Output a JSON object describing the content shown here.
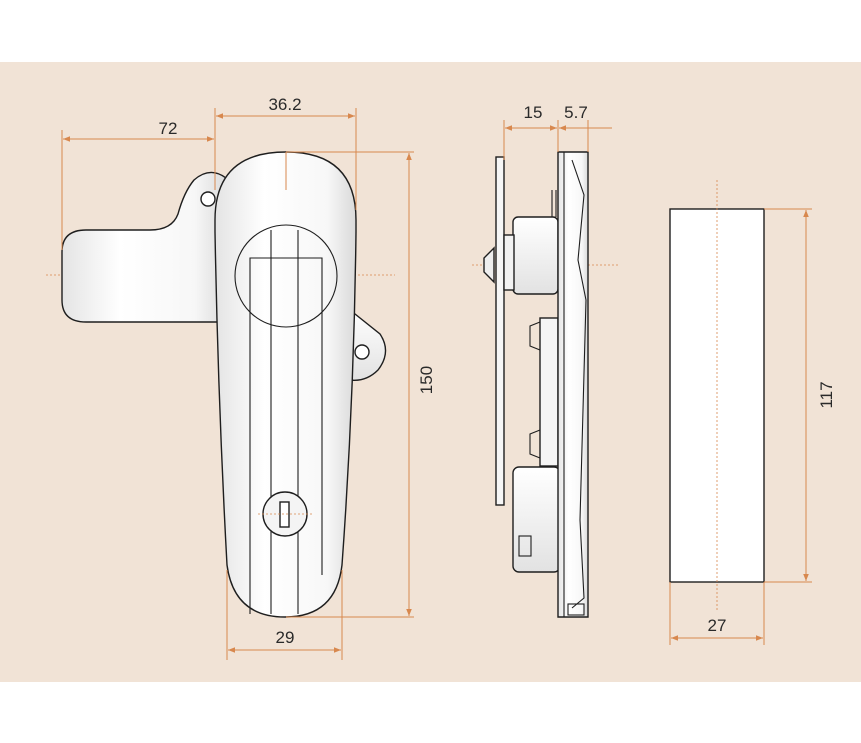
{
  "colors": {
    "background_panel": "#f1e3d6",
    "page": "#ffffff",
    "dimension_lines": "#d8884e",
    "outline": "#1e1e1e"
  },
  "dimensions": {
    "overall_width": "72",
    "handle_width": "36.2",
    "height": "150",
    "bottom_width": "29",
    "side_depth_1": "15",
    "side_depth_2": "5.7",
    "cutout_height": "117",
    "cutout_width": "27"
  }
}
